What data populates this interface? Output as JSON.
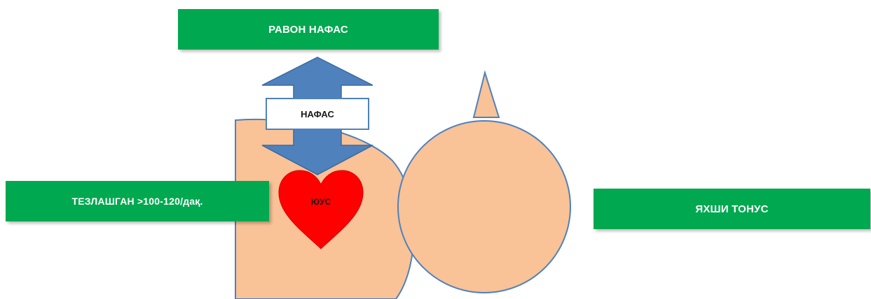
{
  "labels": {
    "top": "РАВОН НАФАС",
    "breath": "НАФАС",
    "heart": "ЮУС",
    "left": "ТЕЗЛАШГАН >100-120/дақ.",
    "right": "ЯХШИ ТОНУС"
  },
  "colors": {
    "label_green": "#00a84f",
    "label_text": "#ffffff",
    "body_skin": "#f9c297",
    "outline": "#4f81bd",
    "arrow": "#4f81bd",
    "heart": "#ff0000"
  },
  "icons": {
    "arrow": "double-vertical-arrow-icon",
    "heart": "heart-icon"
  }
}
